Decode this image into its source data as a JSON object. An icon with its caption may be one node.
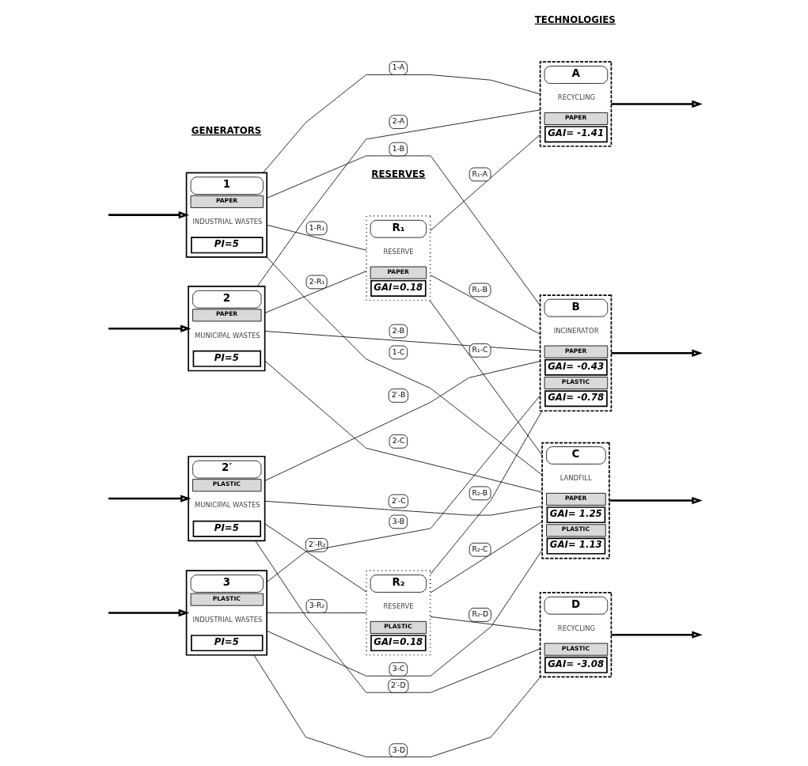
{
  "diagram": {
    "nodes": [
      {
        "text": [
          "1",
          "PAPER",
          "INDUSTRIAL WASTES",
          "PI=5"
        ]
      },
      {
        "text": [
          "2",
          "PAPER",
          "MUNICIPAL WASTES",
          "PI=5"
        ]
      },
      {
        "text": [
          "2′",
          "PLASTIC",
          "MUNICIPAL WASTES",
          "PI=5"
        ]
      },
      {
        "text": [
          "3",
          "PLASTIC",
          "INDUSTRIAL WASTES",
          "PI=5"
        ]
      },
      {
        "text": [
          "R₁",
          "RESERVE",
          "PAPER",
          "GAI=0.18"
        ]
      },
      {
        "text": [
          "R₂",
          "RESERVE",
          "PLASTIC",
          "GAI=0.18"
        ]
      },
      {
        "text": [
          "A",
          "RECYCLING",
          "PAPER",
          "GAI= -1.41"
        ]
      },
      {
        "text": [
          "B",
          "INCINERATOR",
          "PAPER",
          "GAI= -0.43",
          "PLASTIC",
          "GAI= -0.78"
        ]
      },
      {
        "text": [
          "C",
          "LANDFILL",
          "PAPER",
          "GAI= 1.25",
          "PLASTIC",
          "GAI= 1.13"
        ]
      },
      {
        "text": [
          "D",
          "RECYCLING",
          "PLASTIC",
          "GAI= -3.08"
        ]
      }
    ],
    "edges": [
      {
        "from": null,
        "to": 0,
        "arrow": "to",
        "style": "thick"
      },
      {
        "from": null,
        "to": 1,
        "arrow": "to",
        "style": "thick"
      },
      {
        "from": null,
        "to": 2,
        "arrow": "to",
        "style": "thick"
      },
      {
        "from": null,
        "to": 3,
        "arrow": "to",
        "style": "thick"
      },
      {
        "from": 0,
        "to": 4,
        "arrow": "none",
        "label": "1-R₁"
      },
      {
        "from": 0,
        "to": 6,
        "arrow": "none",
        "label": "1-A"
      },
      {
        "from": 0,
        "to": 7,
        "arrow": "none",
        "label": "1-B"
      },
      {
        "from": 0,
        "to": 8,
        "arrow": "none",
        "label": "1-C"
      },
      {
        "from": 1,
        "to": 4,
        "arrow": "none",
        "label": "2-R₁"
      },
      {
        "from": 1,
        "to": 6,
        "arrow": "none",
        "label": "2-A"
      },
      {
        "from": 1,
        "to": 7,
        "arrow": "none",
        "label": "2-B"
      },
      {
        "from": 1,
        "to": 8,
        "arrow": "none",
        "label": "2-C"
      },
      {
        "from": 2,
        "to": 7,
        "arrow": "none",
        "label": "2′-B"
      },
      {
        "from": 2,
        "to": 8,
        "arrow": "none",
        "label": "2′-C"
      },
      {
        "from": 2,
        "to": 9,
        "arrow": "none",
        "label": "2′-D"
      },
      {
        "from": 2,
        "to": 5,
        "arrow": "none",
        "label": "2′-R₂"
      },
      {
        "from": 3,
        "to": 7,
        "arrow": "none",
        "label": "3-B"
      },
      {
        "from": 3,
        "to": 8,
        "arrow": "none",
        "label": "3-C"
      },
      {
        "from": 3,
        "to": 9,
        "arrow": "none",
        "label": "3-D"
      },
      {
        "from": 3,
        "to": 5,
        "arrow": "none",
        "label": "3-R₂"
      },
      {
        "from": 4,
        "to": 6,
        "arrow": "none",
        "label": "R₁-A"
      },
      {
        "from": 4,
        "to": 7,
        "arrow": "none",
        "label": "R₁-B"
      },
      {
        "from": 4,
        "to": 8,
        "arrow": "none",
        "label": "R₁-C"
      },
      {
        "from": 5,
        "to": 7,
        "arrow": "none",
        "label": "R₂-B"
      },
      {
        "from": 5,
        "to": 8,
        "arrow": "none",
        "label": "R₂-C"
      },
      {
        "from": 5,
        "to": 9,
        "arrow": "none",
        "label": "R₂-D"
      },
      {
        "from": 6,
        "to": null,
        "arrow": "to",
        "style": "thick"
      },
      {
        "from": 7,
        "to": null,
        "arrow": "to",
        "style": "thick"
      },
      {
        "from": 8,
        "to": null,
        "arrow": "to",
        "style": "thick"
      },
      {
        "from": 9,
        "to": null,
        "arrow": "to",
        "style": "thick"
      }
    ],
    "labels": [
      "GENERATORS",
      "RESERVES",
      "TECHNOLOGIES"
    ]
  }
}
